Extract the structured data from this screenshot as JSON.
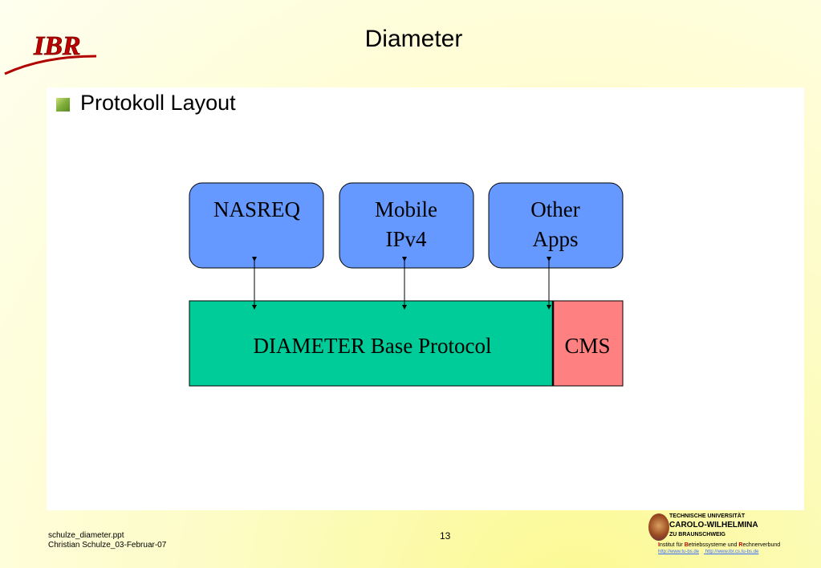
{
  "slide": {
    "title": "Diameter",
    "heading": "Protokoll Layout",
    "logo_text": "IBR"
  },
  "diagram": {
    "apps": [
      "NASREQ",
      "Mobile",
      "IPv4",
      "Other",
      "Apps"
    ],
    "base": "DIAMETER Base Protocol",
    "cms": "CMS"
  },
  "colors": {
    "app_box": "#6699ff",
    "base_box": "#00cc99",
    "cms_box": "#ff8080"
  },
  "footer": {
    "file": "schulze_diameter.ppt",
    "author": "Christian Schulze_03-Februar-07",
    "page": "13"
  },
  "university": {
    "line1": "TECHNISCHE UNIVERSITÄT",
    "line2": "CAROLO-WILHELMINA",
    "line3": "ZU BRAUNSCHWEIG",
    "inst_i": "I",
    "inst_a": "nstitut für ",
    "inst_b": "B",
    "inst_c": "etriebssysteme und ",
    "inst_r": "R",
    "inst_d": "echnerverbund",
    "url1": "http://www.tu-bs.de",
    "url2": "http://www.ibr.cs.tu-bs.de"
  }
}
